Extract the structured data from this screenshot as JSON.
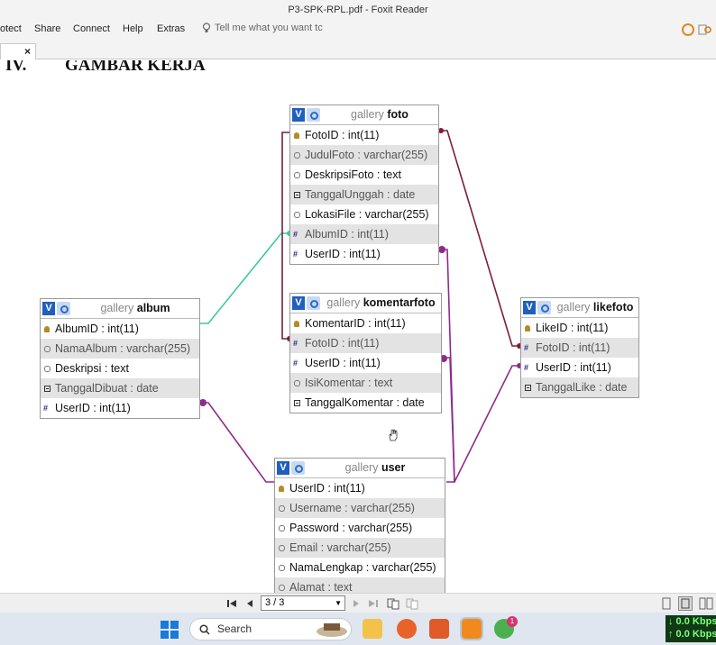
{
  "window": {
    "title": "P3-SPK-RPL.pdf - Foxit Reader"
  },
  "menu": {
    "items": [
      "otect",
      "Share",
      "Connect",
      "Help",
      "Extras"
    ],
    "tell_me_placeholder": "Tell me what you want tc"
  },
  "tab": {
    "close": "×"
  },
  "document": {
    "section_number": "IV.",
    "section_title": "GAMBAR KERJA",
    "tables": {
      "foto": {
        "db": "gallery",
        "name": "foto",
        "fields": [
          {
            "label": "FotoID : int(11)",
            "icon": "key"
          },
          {
            "label": "JudulFoto : varchar(255)",
            "icon": "text"
          },
          {
            "label": "DeskripsiFoto : text",
            "icon": "text"
          },
          {
            "label": "TanggalUnggah : date",
            "icon": "date"
          },
          {
            "label": "LokasiFile : varchar(255)",
            "icon": "text"
          },
          {
            "label": "AlbumID : int(11)",
            "icon": "number"
          },
          {
            "label": "UserID : int(11)",
            "icon": "number"
          }
        ]
      },
      "album": {
        "db": "gallery",
        "name": "album",
        "fields": [
          {
            "label": "AlbumID : int(11)",
            "icon": "key"
          },
          {
            "label": "NamaAlbum : varchar(255)",
            "icon": "text"
          },
          {
            "label": "Deskripsi : text",
            "icon": "text"
          },
          {
            "label": "TanggalDibuat : date",
            "icon": "date"
          },
          {
            "label": "UserID : int(11)",
            "icon": "number"
          }
        ]
      },
      "komentarfoto": {
        "db": "gallery",
        "name": "komentarfoto",
        "fields": [
          {
            "label": "KomentarID : int(11)",
            "icon": "key"
          },
          {
            "label": "FotoID : int(11)",
            "icon": "number"
          },
          {
            "label": "UserID : int(11)",
            "icon": "number"
          },
          {
            "label": "IsiKomentar : text",
            "icon": "text"
          },
          {
            "label": "TanggalKomentar : date",
            "icon": "date"
          }
        ]
      },
      "likefoto": {
        "db": "gallery",
        "name": "likefoto",
        "fields": [
          {
            "label": "LikeID : int(11)",
            "icon": "key"
          },
          {
            "label": "FotoID : int(11)",
            "icon": "number"
          },
          {
            "label": "UserID : int(11)",
            "icon": "number"
          },
          {
            "label": "TanggalLike : date",
            "icon": "date"
          }
        ]
      },
      "user": {
        "db": "gallery",
        "name": "user",
        "fields": [
          {
            "label": "UserID : int(11)",
            "icon": "key"
          },
          {
            "label": "Username : varchar(255)",
            "icon": "text"
          },
          {
            "label": "Password : varchar(255)",
            "icon": "text"
          },
          {
            "label": "Email : varchar(255)",
            "icon": "text"
          },
          {
            "label": "NamaLengkap : varchar(255)",
            "icon": "text"
          },
          {
            "label": "Alamat : text",
            "icon": "text"
          }
        ]
      }
    },
    "badge_letter": "V",
    "relation_colors": {
      "album_foto": "#3cc7a0",
      "user_relations": "#8e2a8e",
      "foto_relations": "#7a1f3a"
    }
  },
  "nav": {
    "page_indicator": "3 / 3"
  },
  "taskbar": {
    "search_label": "Search",
    "net_down": "↓ 0.0 Kbps",
    "net_up": "↑ 0.0 Kbps",
    "chrome_badge": "1"
  }
}
